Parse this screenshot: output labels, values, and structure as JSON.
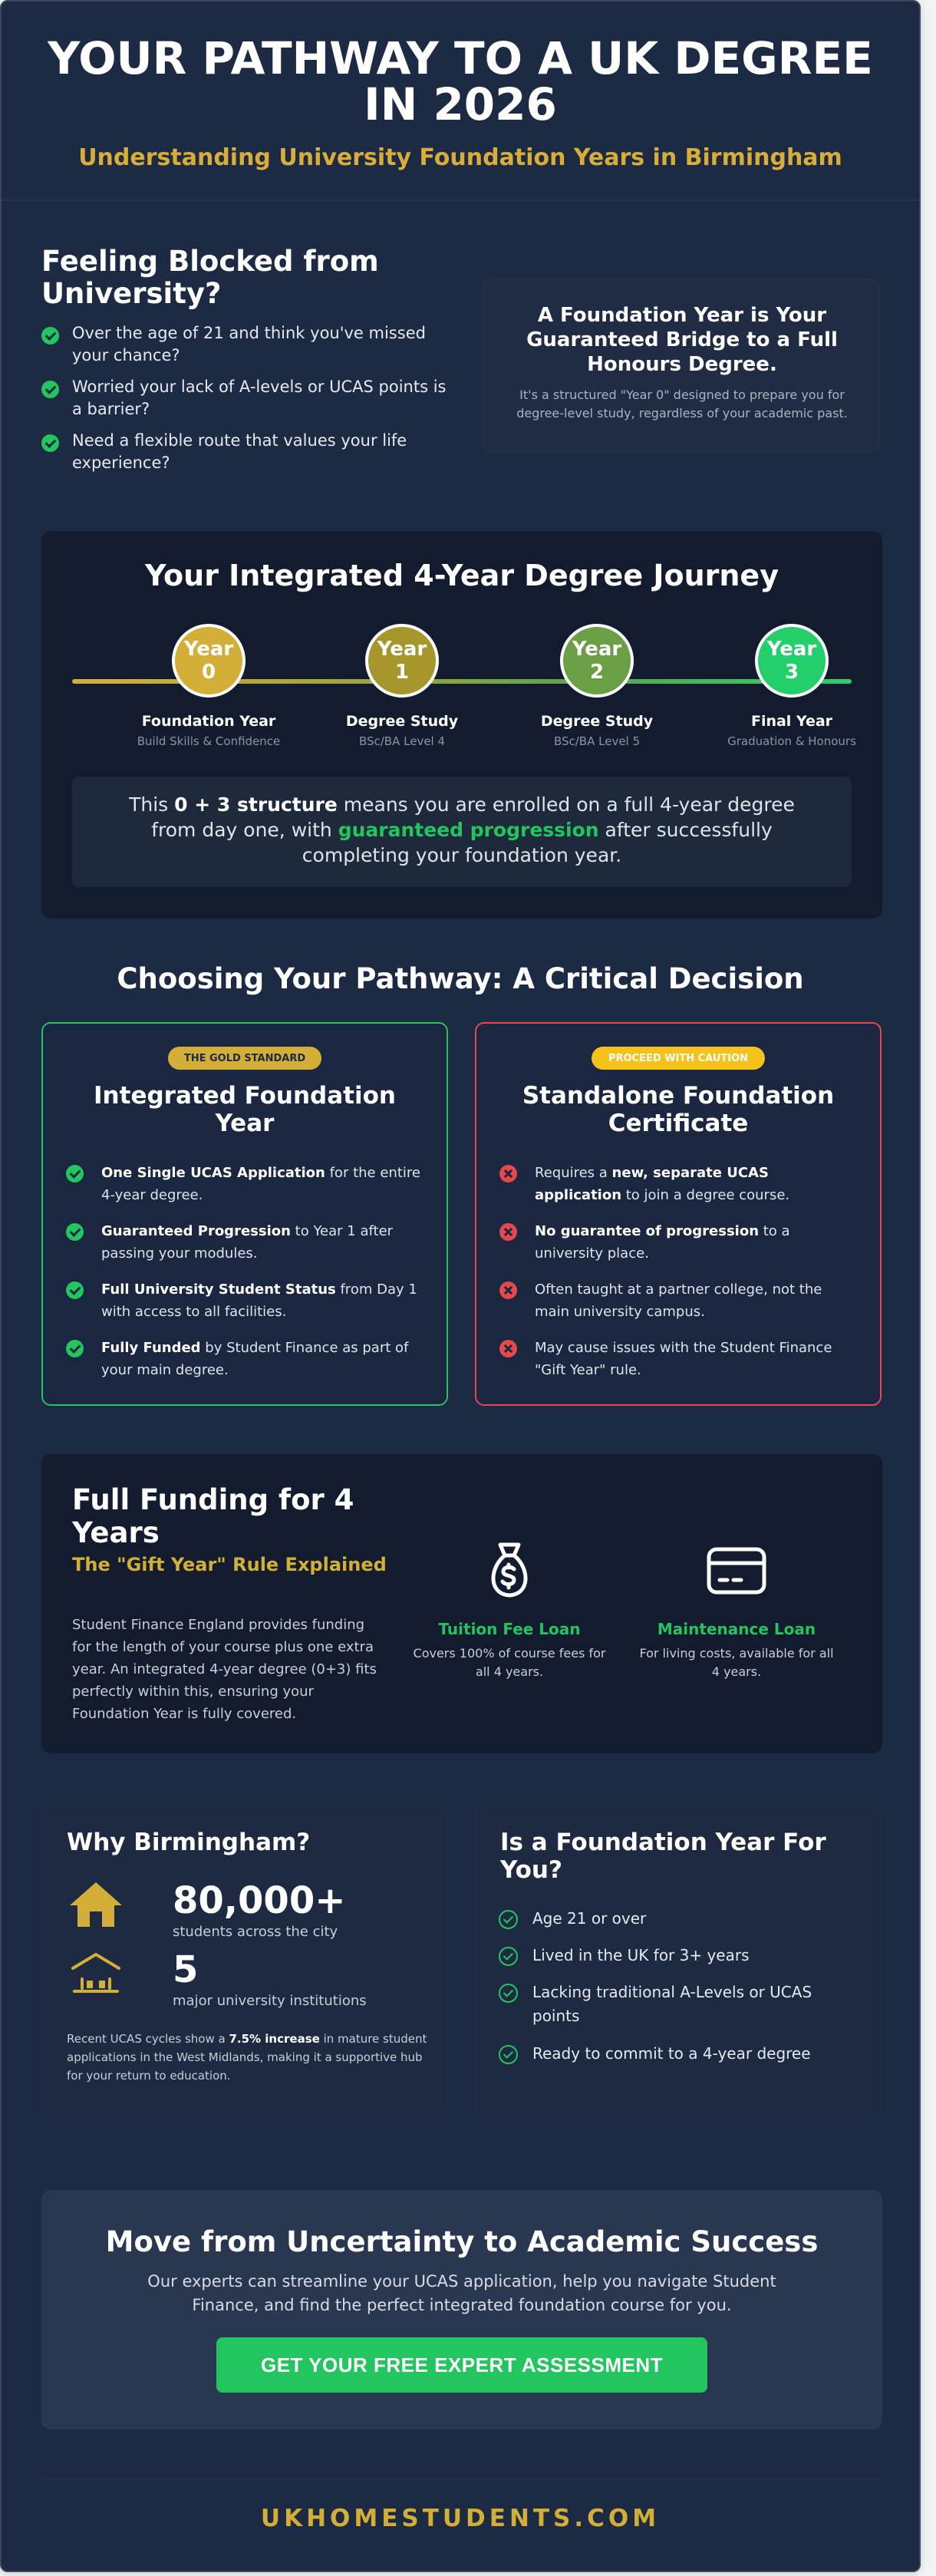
{
  "header": {
    "title": "YOUR PATHWAY TO A UK DEGREE IN 2026",
    "subtitle": "Understanding University Foundation Years in Birmingham"
  },
  "hero": {
    "title": "Feeling Blocked from University?",
    "items": [
      "Over the age of 21 and think you've missed your chance?",
      "Worried your lack of A-levels or UCAS points is a barrier?",
      "Need a flexible route that values your life experience?"
    ],
    "card_title": "A Foundation Year is Your Guaranteed Bridge to a Full Honours Degree.",
    "card_text": "It's a structured \"Year 0\" designed to prepare you for degree-level study, regardless of your academic past."
  },
  "journey": {
    "title": "Your Integrated 4-Year Degree Journey",
    "steps": [
      {
        "label": "Year 0",
        "title": "Foundation Year",
        "desc": "Build Skills & Confidence",
        "color": "#d4af37"
      },
      {
        "label": "Year 1",
        "title": "Degree Study",
        "desc": "BSc/BA Level 4",
        "color": "#a6962c"
      },
      {
        "label": "Year 2",
        "title": "Degree Study",
        "desc": "BSc/BA Level 5",
        "color": "#6a9f46"
      },
      {
        "label": "Year 3",
        "title": "Final Year",
        "desc": "Graduation & Honours",
        "color": "#22cf6a"
      }
    ],
    "note_pre": "This ",
    "note_bold": "0 + 3 structure",
    "note_mid": " means you are enrolled on a full 4-year degree from day one, with ",
    "note_green": "guaranteed progression",
    "note_post": " after successfully completing your foundation year."
  },
  "choose": {
    "title": "Choosing Your Pathway: A Critical Decision",
    "integrated": {
      "badge": "THE GOLD STANDARD",
      "title": "Integrated Foundation Year",
      "items": [
        {
          "bold": "One Single UCAS Application",
          "rest": " for the entire 4-year degree."
        },
        {
          "bold": "Guaranteed Progression",
          "rest": " to Year 1 after passing your modules."
        },
        {
          "bold": "Full University Student Status",
          "rest": " from Day 1 with access to all facilities."
        },
        {
          "bold": "Fully Funded",
          "rest": " by Student Finance as part of your main degree."
        }
      ]
    },
    "standalone": {
      "badge": "PROCEED WITH CAUTION",
      "title": "Standalone Foundation Certificate",
      "items": [
        {
          "pre": "Requires a ",
          "bold": "new, separate UCAS application",
          "rest": " to join a degree course."
        },
        {
          "pre": "",
          "bold": "No guarantee of progression",
          "rest": " to a university place."
        },
        {
          "pre": "",
          "bold": "",
          "rest": "Often taught at a partner college, not the main university campus."
        },
        {
          "pre": "",
          "bold": "",
          "rest": "May cause issues with the Student Finance \"Gift Year\" rule."
        }
      ]
    }
  },
  "funding": {
    "title": "Full Funding for 4 Years",
    "subtitle": "The \"Gift Year\" Rule Explained",
    "text": "Student Finance England provides funding for the length of your course plus one extra year. An integrated 4-year degree (0+3) fits perfectly within this, ensuring your Foundation Year is fully covered.",
    "loans": [
      {
        "title": "Tuition Fee Loan",
        "desc": "Covers 100% of course fees for all 4 years.",
        "icon": "money-bag-icon"
      },
      {
        "title": "Maintenance Loan",
        "desc": "For living costs, available for all 4 years.",
        "icon": "credit-card-icon"
      }
    ]
  },
  "birmingham": {
    "title": "Why Birmingham?",
    "stats": [
      {
        "num": "80,000+",
        "label": "students across the city",
        "icon": "house-icon"
      },
      {
        "num": "5",
        "label": "major university institutions",
        "icon": "university-icon"
      }
    ],
    "note_pre": "Recent UCAS cycles show a ",
    "note_bold": "7.5% increase",
    "note_post": " in mature student applications in the West Midlands, making it a supportive hub for your return to education."
  },
  "foryou": {
    "title": "Is a Foundation Year For You?",
    "items": [
      "Age 21 or over",
      "Lived in the UK for 3+ years",
      "Lacking traditional A-Levels or UCAS points",
      "Ready to commit to a 4-year degree"
    ]
  },
  "cta": {
    "title": "Move from Uncertainty to Academic Success",
    "text": "Our experts can streamline your UCAS application, help you navigate Student Finance, and find the perfect integrated foundation course for you.",
    "button": "GET YOUR FREE EXPERT ASSESSMENT"
  },
  "footer": {
    "brand": "UKHOMESTUDENTS.COM"
  },
  "colors": {
    "background": "#1d2a44",
    "gold": "#d4af37",
    "green": "#22c55e",
    "red": "#e5484d"
  }
}
